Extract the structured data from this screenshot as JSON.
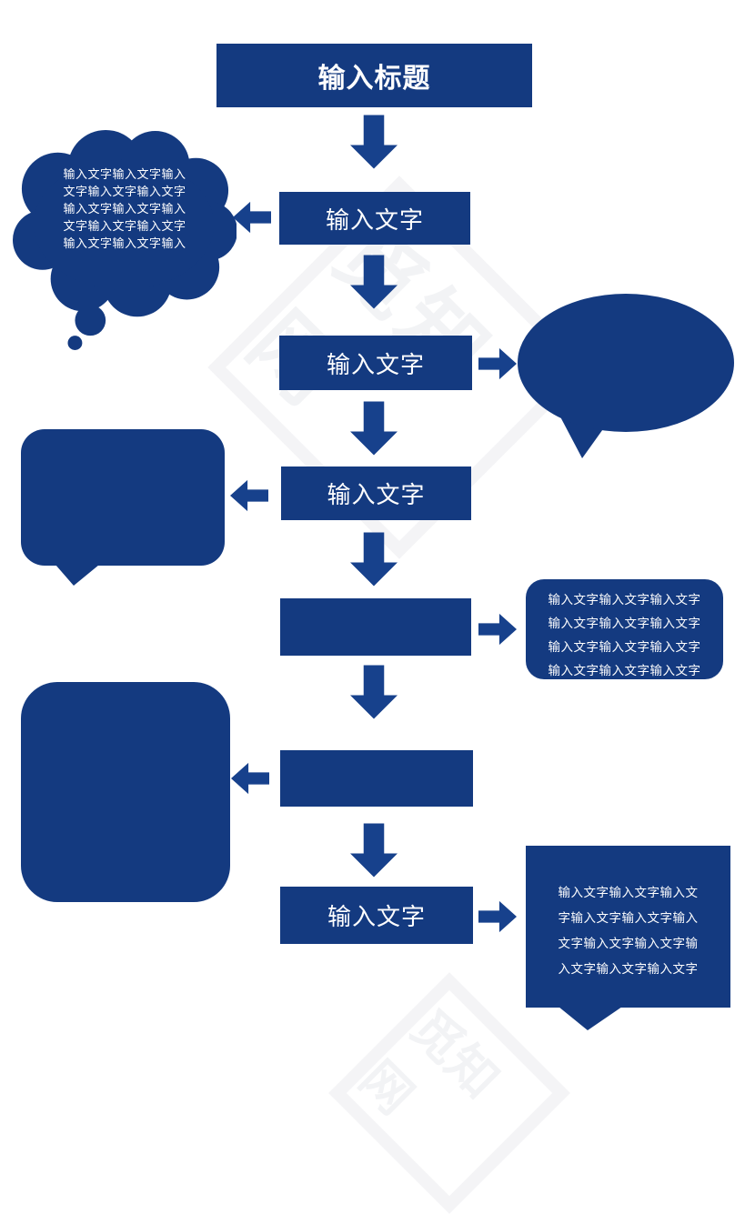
{
  "colors": {
    "shape": "#143a80",
    "arrow": "#17418c",
    "text": "#ffffff"
  },
  "title": {
    "label": "输入标题"
  },
  "flow": {
    "step2": {
      "label": "输入文字"
    },
    "step3": {
      "label": "输入文字"
    },
    "step4": {
      "label": "输入文字"
    },
    "step5": {
      "label": ""
    },
    "step6": {
      "label": ""
    },
    "step7": {
      "label": "输入文字"
    }
  },
  "callouts": {
    "cloud": {
      "lines": [
        "输入文字输入文字输入",
        "文字输入文字输入文字",
        "输入文字输入文字输入",
        "文字输入文字输入文字",
        "输入文字输入文字输入"
      ]
    },
    "oval": {
      "lines": []
    },
    "speech_left": {
      "lines": []
    },
    "rounded_right": {
      "lines": [
        "输入文字输入文字输入文字",
        "输入文字输入文字输入文字",
        "输入文字输入文字输入文字",
        "输入文字输入文字输入文字"
      ]
    },
    "big_left": {
      "lines": []
    },
    "speech_bottom_right": {
      "lines": [
        "输入文字输入文字输入文",
        "字输入文字输入文字输入",
        "文字输入文字输入文字输",
        "入文字输入文字输入文字"
      ]
    }
  },
  "watermark": {
    "text": "觅知网"
  }
}
